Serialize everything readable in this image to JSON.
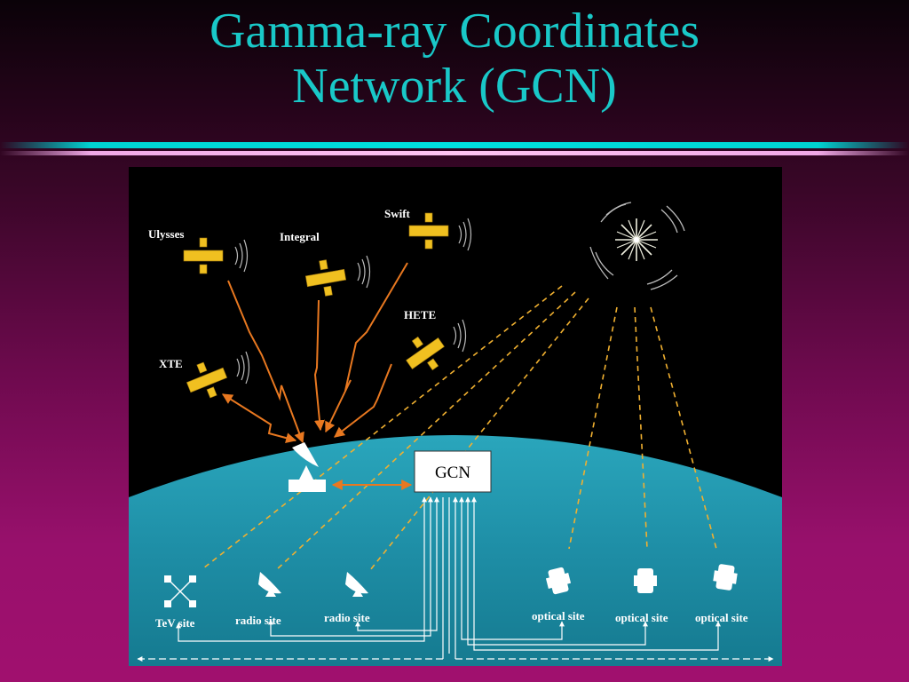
{
  "slide": {
    "title_line1": "Gamma-ray Coordinates",
    "title_line2": "Network (GCN)"
  },
  "diagram": {
    "satellites": {
      "ulysses": "Ulysses",
      "integral": "Integral",
      "swift": "Swift",
      "hete": "HETE",
      "xte": "XTE"
    },
    "gcn_label": "GCN",
    "sites": {
      "tev": "TeV site",
      "radio1": "radio site",
      "radio2": "radio site",
      "optical1": "optical site",
      "optical2": "optical site",
      "optical3": "optical site"
    },
    "colors": {
      "satellite": "#f0c020",
      "uplink": "#e87820",
      "dashed": "#f0b030",
      "earth": "#1e9aae",
      "gcn_box": "#ffffff"
    }
  }
}
